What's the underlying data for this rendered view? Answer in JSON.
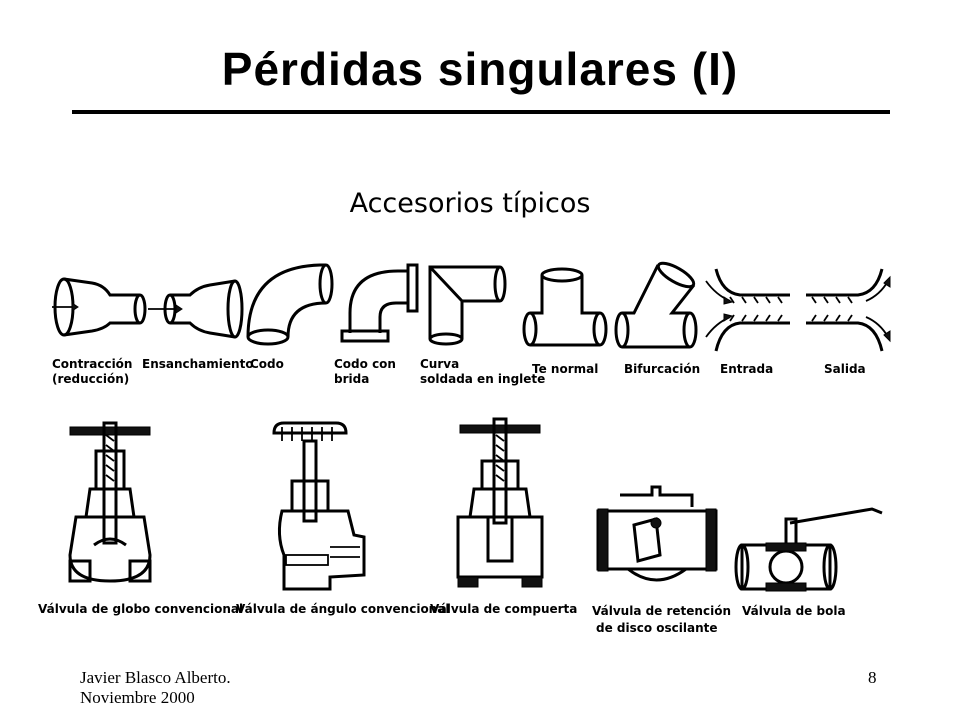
{
  "slide": {
    "title": "Pérdidas singulares (I)",
    "subtitle": "Accesorios típicos"
  },
  "fittings": [
    {
      "icon": "contraction-fitting-icon",
      "label_lines": [
        "Contracción",
        "(reducción)"
      ]
    },
    {
      "icon": "expansion-fitting-icon",
      "label_lines": [
        "Ensanchamiento"
      ]
    },
    {
      "icon": "elbow-fitting-icon",
      "label_lines": [
        "Codo"
      ]
    },
    {
      "icon": "flanged-elbow-fitting-icon",
      "label_lines": [
        "Codo con",
        "brida"
      ]
    },
    {
      "icon": "mitered-bend-fitting-icon",
      "label_lines": [
        "Curva",
        "soldada en inglete"
      ]
    },
    {
      "icon": "tee-fitting-icon",
      "label_lines": [
        "Te normal"
      ]
    },
    {
      "icon": "branch-fitting-icon",
      "label_lines": [
        "Bifurcación"
      ]
    },
    {
      "icon": "pipe-inlet-icon",
      "label_lines": [
        "Entrada"
      ]
    },
    {
      "icon": "pipe-outlet-icon",
      "label_lines": [
        "Salida"
      ]
    }
  ],
  "valves": [
    {
      "icon": "globe-valve-icon",
      "label_lines": [
        "Válvula de globo convencional"
      ]
    },
    {
      "icon": "angle-valve-icon",
      "label_lines": [
        "Válvula de ángulo convencional"
      ]
    },
    {
      "icon": "gate-valve-icon",
      "label_lines": [
        "Válvula de compuerta"
      ]
    },
    {
      "icon": "swing-check-valve-icon",
      "label_lines": [
        "Válvula de retención",
        "de disco oscilante"
      ]
    },
    {
      "icon": "ball-valve-icon",
      "label_lines": [
        "Válvula de bola"
      ]
    }
  ],
  "footer": {
    "author": "Javier Blasco Alberto.",
    "date": "Noviembre 2000",
    "page_number": "8"
  }
}
